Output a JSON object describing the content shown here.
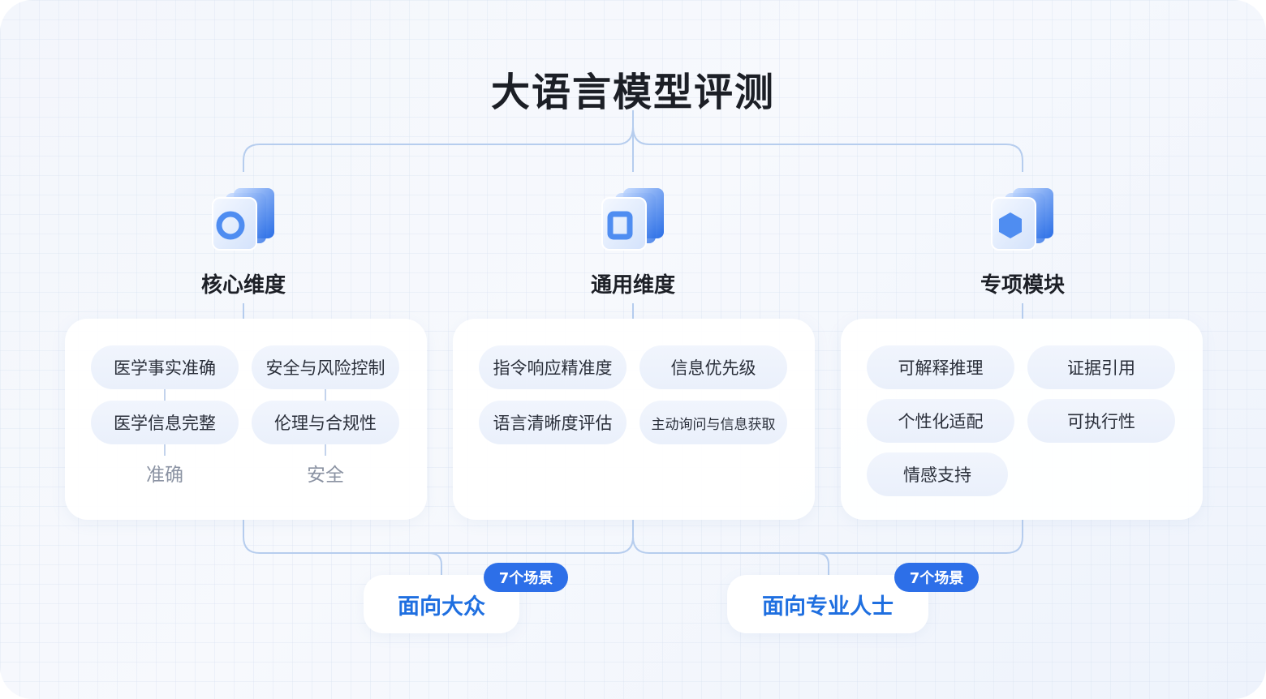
{
  "title": "大语言模型评测",
  "dimensions": [
    {
      "title": "核心维度",
      "icon": "ring-cube-icon"
    },
    {
      "title": "通用维度",
      "icon": "square-cube-icon"
    },
    {
      "title": "专项模块",
      "icon": "hexagon-cube-icon"
    }
  ],
  "core": {
    "items": [
      "医学事实准确",
      "安全与风险控制",
      "医学信息完整",
      "伦理与合规性"
    ],
    "groups": [
      "准确",
      "安全"
    ]
  },
  "general": {
    "items": [
      "指令响应精准度",
      "信息优先级",
      "语言清晰度评估",
      "主动询问与信息获取"
    ]
  },
  "special": {
    "items": [
      "可解释推理",
      "证据引用",
      "个性化适配",
      "可执行性",
      "情感支持"
    ]
  },
  "audiences": [
    {
      "label": "面向大众",
      "badge": "7个场景"
    },
    {
      "label": "面向专业人士",
      "badge": "7个场景"
    }
  ],
  "colors": {
    "accent": "#2d6fe8",
    "accent_text": "#1f6fe0",
    "connector": "#b6cdee"
  }
}
